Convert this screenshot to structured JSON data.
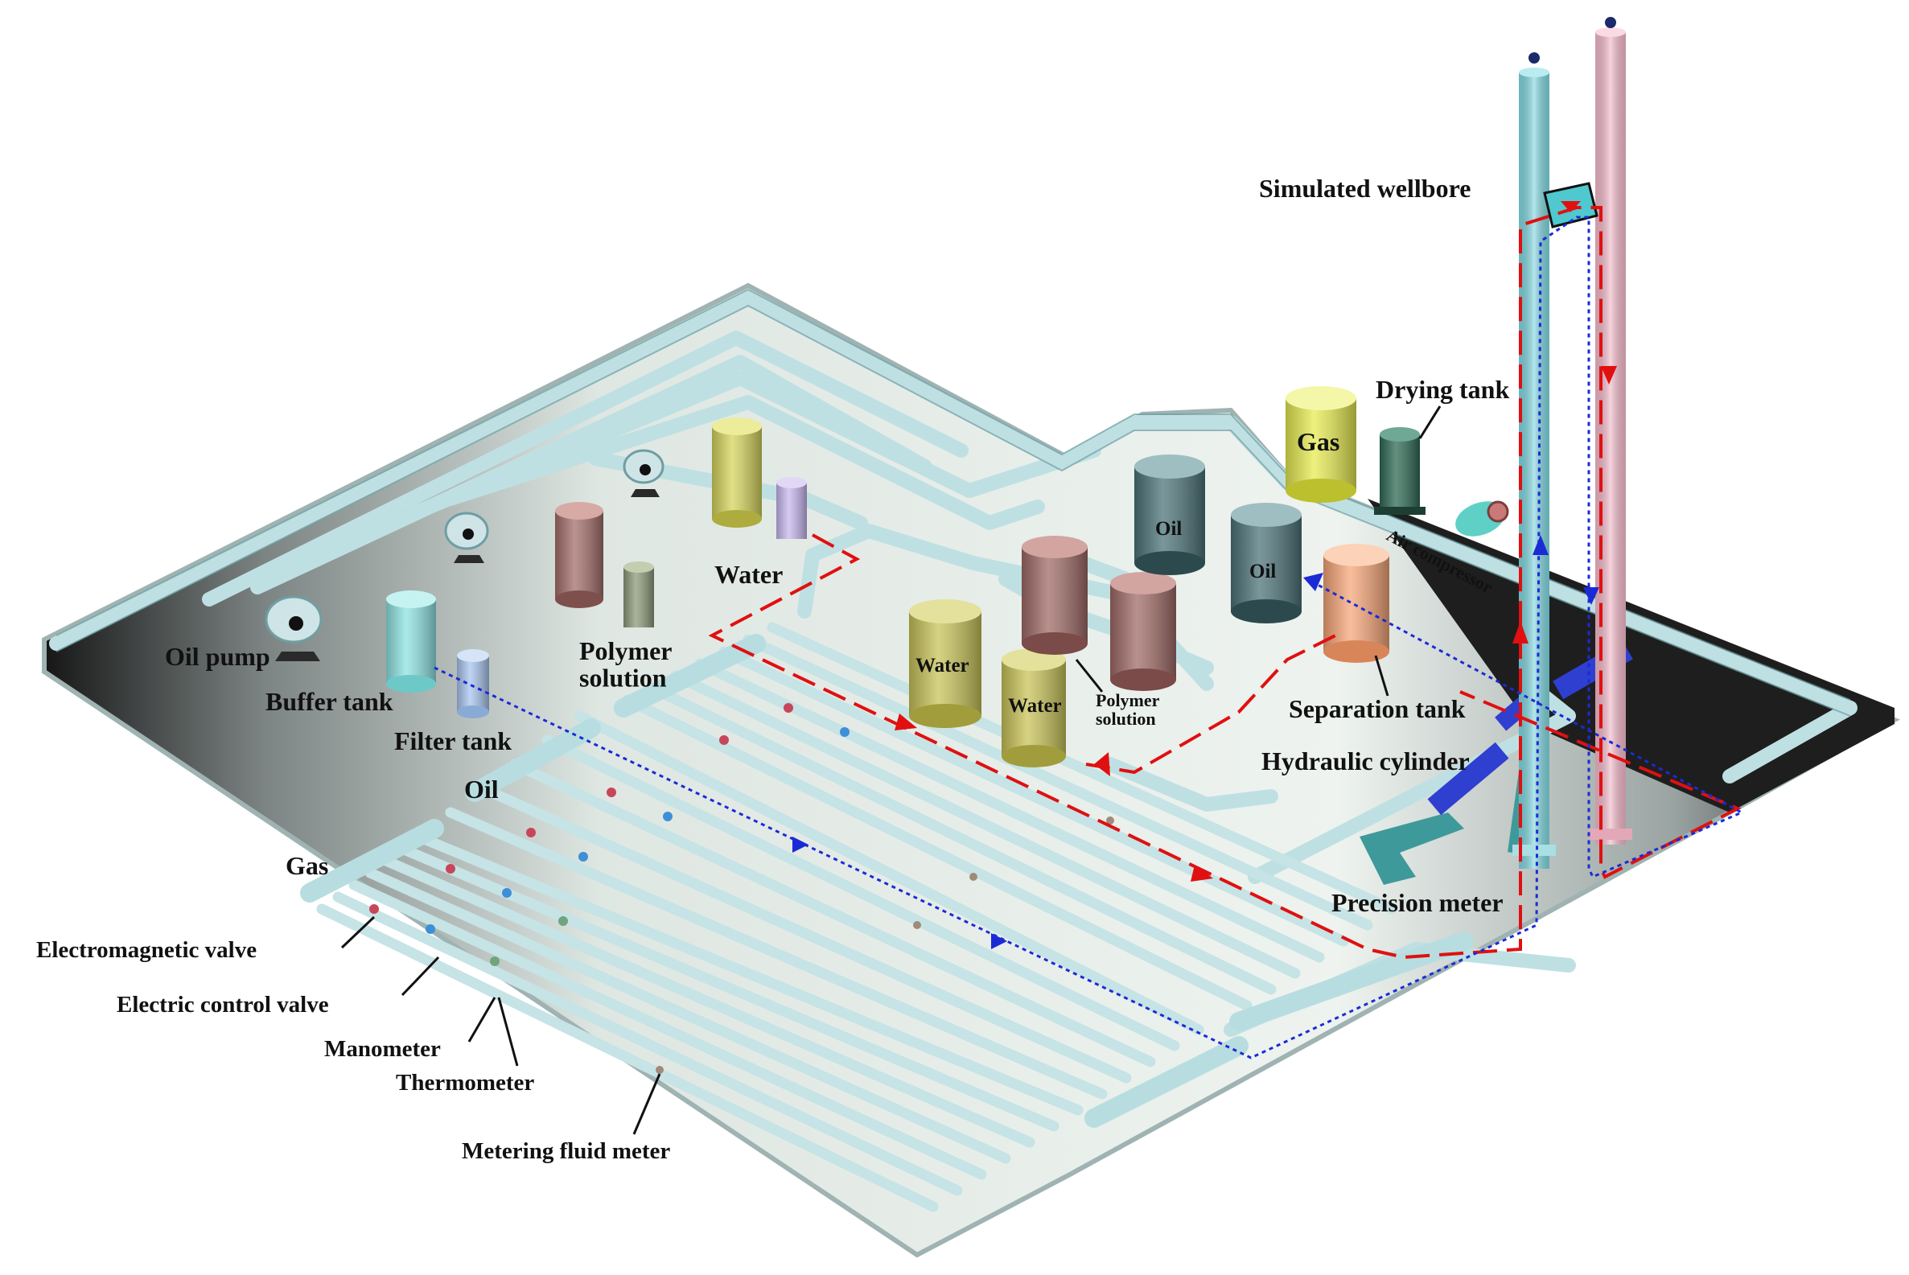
{
  "labels": {
    "simulated_wellbore": "Simulated wellbore",
    "drying_tank": "Drying tank",
    "gas_tank": "Gas",
    "air_compressor": "Air compressor",
    "oil_tank_1": "Oil",
    "oil_tank_2": "Oil",
    "water_top": "Water",
    "water_tank_1": "Water",
    "water_tank_2": "Water",
    "polymer_solution_1": "Polymer\nsolution",
    "polymer_solution_2": "Polymer\nsolution",
    "separation_tank": "Separation tank",
    "hydraulic_cylinder": "Hydraulic cylinder",
    "precision_meter": "Precision meter",
    "oil_pump": "Oil pump",
    "buffer_tank": "Buffer tank",
    "filter_tank": "Filter tank",
    "oil_inlet": "Oil",
    "gas_inlet": "Gas",
    "electromagnetic_valve": "Electromagnetic valve",
    "electric_control_valve": "Electric control valve",
    "manometer": "Manometer",
    "thermometer": "Thermometer",
    "metering_fluid_meter": "Metering fluid meter"
  },
  "colors": {
    "pipe": "#bfe0e3",
    "pipe_edge": "#6f9ea3",
    "platform_light": "#eef3ef",
    "platform_dark": "#1a1a1a",
    "red_flow": "#e01010",
    "blue_flow": "#1a2bd6",
    "wellbore_blue": "#7fd6df",
    "wellbore_pink": "#f2b8c8",
    "water_tank": "#c9c45a",
    "oil_tank": "#4d7479",
    "polymer_tank": "#9c6b67",
    "gas_tank": "#e8ec52",
    "separation_tank": "#f7a77a",
    "buffer_tank": "#8fe4e3",
    "filter_tank": "#a9c6ee",
    "hydraulic": "#2f3fd0",
    "hydraulic_base": "#3e9a9a"
  }
}
